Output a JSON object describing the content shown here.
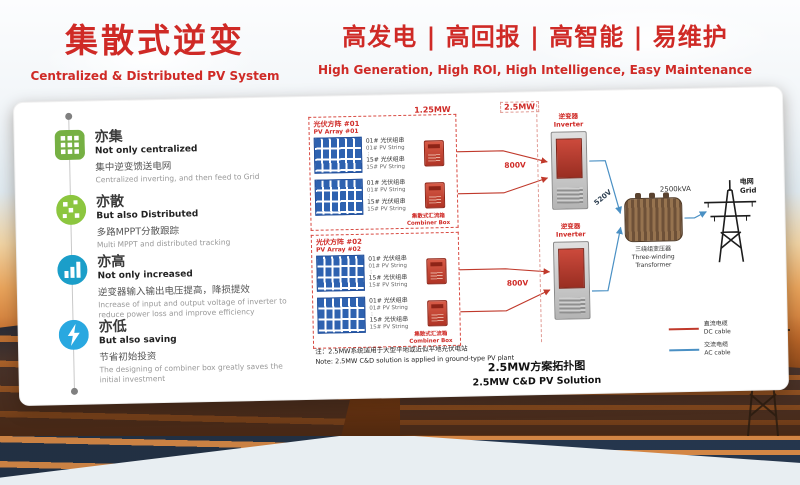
{
  "header": {
    "title_cn": "集散式逆变",
    "title_en": "Centralized & Distributed PV System",
    "tagline_cn": "高发电 | 高回报 | 高智能 | 易维护",
    "tagline_en": "High Generation, High ROI, High Intelligence, Easy Maintenance"
  },
  "features": [
    {
      "icon": "grid-icon",
      "title_cn": "亦集",
      "title_en": "Not only centralized",
      "desc_cn": "集中逆变馈送电网",
      "desc_en": "Centralized inverting, and then feed to Grid"
    },
    {
      "icon": "scatter-icon",
      "title_cn": "亦散",
      "title_en": "But also Distributed",
      "desc_cn": "多路MPPT分散跟踪",
      "desc_en": "Multi MPPT and distributed tracking"
    },
    {
      "icon": "bar-chart-icon",
      "title_cn": "亦高",
      "title_en": "Not only increased",
      "desc_cn": "逆变器输入输出电压提高，降损提效",
      "desc_en": "Increase of input and output voltage of inverter to reduce power loss and improve efficiency"
    },
    {
      "icon": "lightning-icon",
      "title_cn": "亦低",
      "title_en": "But also saving",
      "desc_cn": "节省初始投资",
      "desc_en": "The designing of combiner box greatly saves the initial investment"
    }
  ],
  "diagram": {
    "power_labels": {
      "array": "1.25MW",
      "total": "2.5MW",
      "dc_voltage": "800V",
      "ac_voltage": "520V"
    },
    "dots": "⋮",
    "arrays": [
      {
        "title_cn": "光伏方阵 #01",
        "title_en": "PV Array #01",
        "groups": [
          {
            "top_cn": "01# 光伏组串",
            "top_en": "01# PV String",
            "bot_cn": "15# 光伏组串",
            "bot_en": "15# PV String"
          },
          {
            "top_cn": "01# 光伏组串",
            "top_en": "01# PV String",
            "bot_cn": "15# 光伏组串",
            "bot_en": "15# PV String"
          }
        ],
        "combiner_cn": "集散式汇流箱",
        "combiner_en": "Combiner Box"
      },
      {
        "title_cn": "光伏方阵 #02",
        "title_en": "PV Array #02",
        "groups": [
          {
            "top_cn": "01# 光伏组串",
            "top_en": "01# PV String",
            "bot_cn": "15# 光伏组串",
            "bot_en": "15# PV String"
          },
          {
            "top_cn": "01# 光伏组串",
            "top_en": "01# PV String",
            "bot_cn": "15# 光伏组串",
            "bot_en": "15# PV String"
          }
        ],
        "combiner_cn": "集散式汇流箱",
        "combiner_en": "Combiner Box"
      }
    ],
    "inverter_cn": "逆变器",
    "inverter_en": "Inverter",
    "transformer_kva": "2500kVA",
    "transformer_cn": "三绕组变压器",
    "transformer_en": "Three-winding Transformer",
    "grid_cn": "电网",
    "grid_en": "Grid",
    "legend": [
      {
        "cn": "直流电缆",
        "en": "DC cable",
        "color": "#c0392b"
      },
      {
        "cn": "交流电缆",
        "en": "AC cable",
        "color": "#4a90c4"
      }
    ],
    "note_cn": "注：2.5MW系统适用于大型平地或近似平地光伏电站",
    "note_en": "Note: 2.5MW C&D solution is applied in ground-type PV plant",
    "caption_cn": "2.5MW方案拓扑图",
    "caption_en": "2.5MW C&D PV Solution"
  }
}
